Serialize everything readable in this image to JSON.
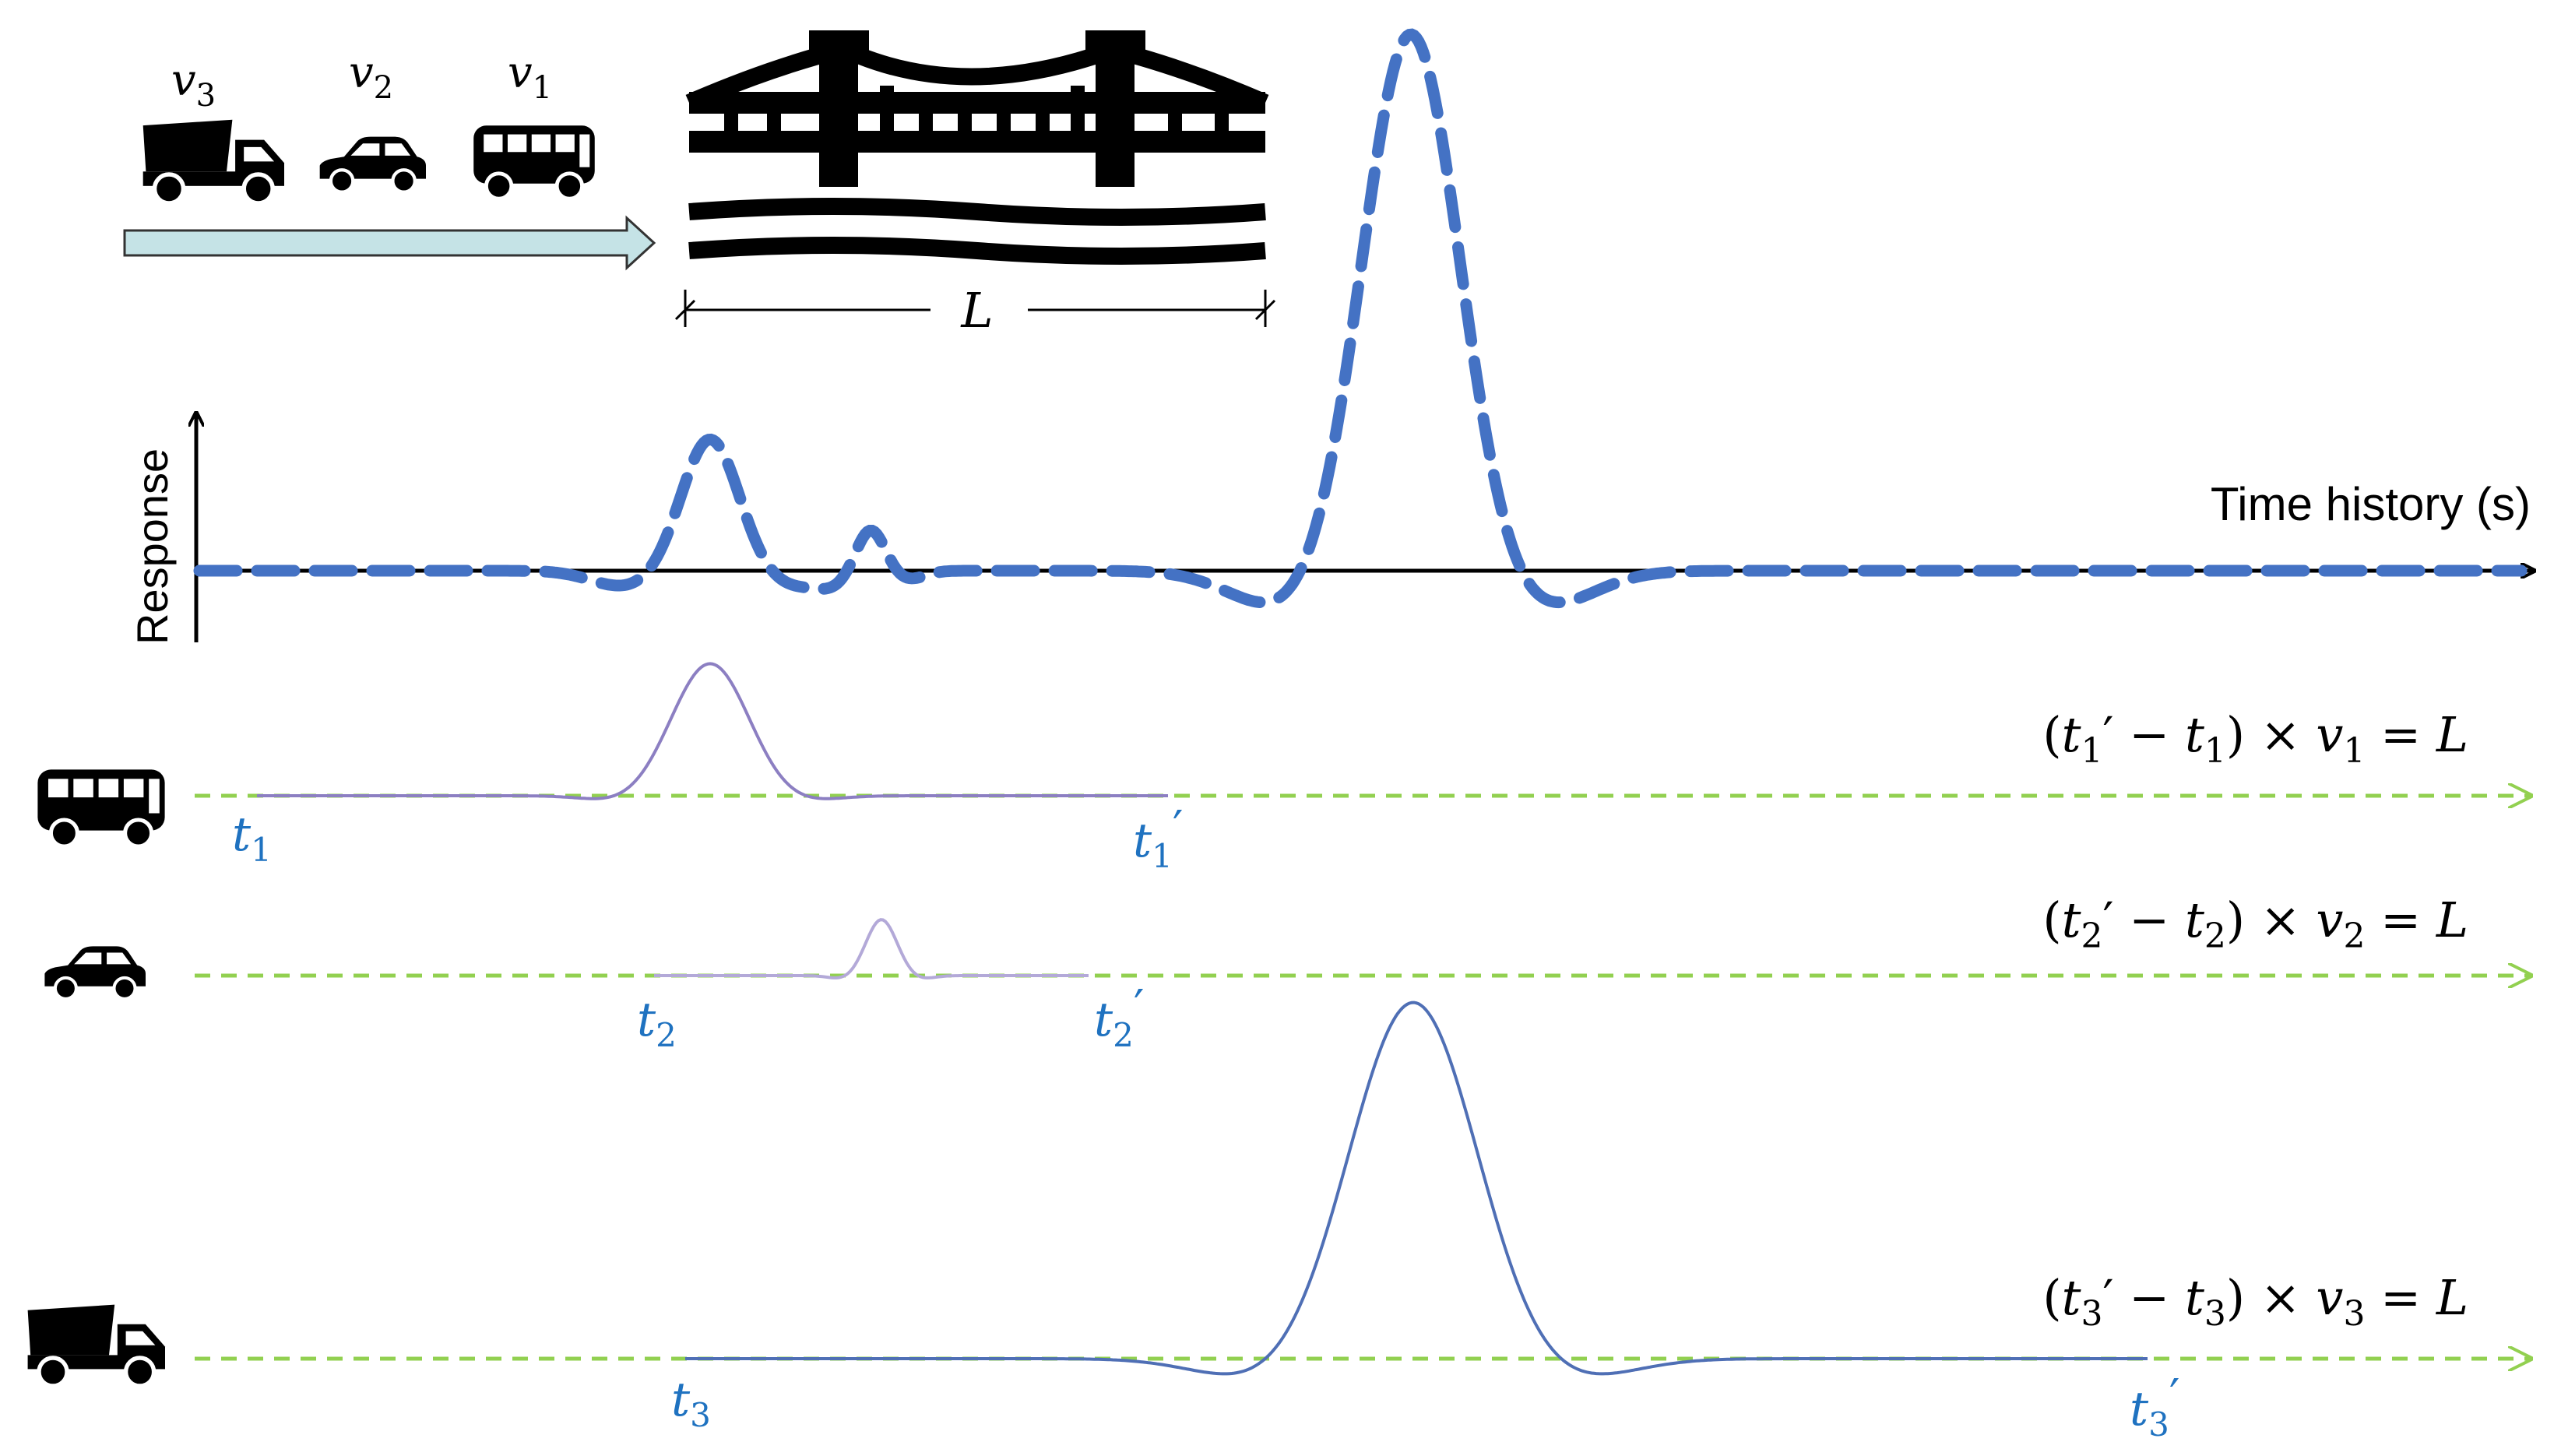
{
  "labels": {
    "response_axis": "Response",
    "time_axis": "Time history (s)",
    "span": "L"
  },
  "vehicles": [
    {
      "id": "bus",
      "velocity": "v",
      "sub": "1",
      "start_t": "t",
      "start_sub": "1",
      "end_t": "t",
      "end_sub": "1",
      "prime": "′"
    },
    {
      "id": "car",
      "velocity": "v",
      "sub": "2",
      "start_t": "t",
      "start_sub": "2",
      "end_t": "t",
      "end_sub": "2",
      "prime": "′"
    },
    {
      "id": "truck",
      "velocity": "v",
      "sub": "3",
      "start_t": "t",
      "start_sub": "3",
      "end_t": "t",
      "end_sub": "3",
      "prime": "′"
    }
  ],
  "equation_parts": {
    "open": "(",
    "minus": " − ",
    "close": ") × ",
    "equals": " = "
  },
  "colors": {
    "total_response": "#4472c4",
    "bus_response": "#8c7fc2",
    "car_response": "#b3a9d8",
    "truck_response": "#4f6fb5",
    "baseline": "#92d050",
    "arrow_fill": "#c5e3e6",
    "time_label": "#1f72c0",
    "ink": "#000000"
  },
  "icons": [
    "truck-icon",
    "car-icon",
    "bus-icon",
    "bridge-icon",
    "water-icon"
  ]
}
